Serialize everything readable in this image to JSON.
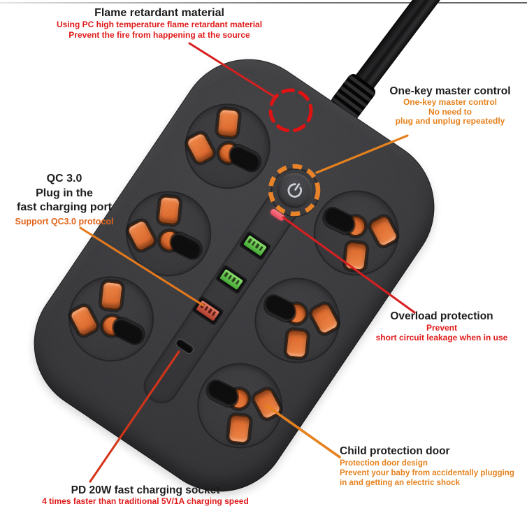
{
  "page": {
    "background": "#ffffff",
    "description": "Annotated product infographic of a six-outlet power strip with USB fast-charging ports"
  },
  "colors": {
    "strip_body": "#3b3b3d",
    "socket_orange": "#e06f38",
    "title_text": "#1d1d1f",
    "red_text": "#e01a1a",
    "orange_text": "#e5821e",
    "red_line": "#d81f1f",
    "orange_line": "#e5821f",
    "pd_line": "#d63418",
    "dashed_red_circle": "#e01212",
    "dashed_orange_ring": "#e8832a",
    "usb_green": "#5ec54e",
    "usb_qc_red": "#cf4f44",
    "led_pink": "#f25767"
  },
  "device": {
    "sockets": 6,
    "usb_a_green_ports": 2,
    "usb_a_qc_ports": 1,
    "usb_c_ports": 1,
    "power_buttons": 1,
    "indicator_leds": 1
  },
  "annotations": {
    "flame": {
      "title": "Flame retardant material",
      "line1": "Using PC high temperature flame retardant material",
      "line2": "Prevent the fire from happening at the source"
    },
    "one_key": {
      "title": "One-key master control",
      "line1": "One-key master control",
      "line2": "No need to",
      "line3": "plug and unplug repeatedly"
    },
    "qc": {
      "title1": "QC 3.0",
      "title2": "Plug in the",
      "title3": "fast charging port",
      "sub": "Support QC3.0 protocol"
    },
    "overload": {
      "title": "Overload protection",
      "line1": "Prevent",
      "line2": "short circuit leakage when in use"
    },
    "child": {
      "title": "Child protection door",
      "line1": "Protection door design",
      "line2": "Prevent your baby from accidentally plugging",
      "line3": "in and getting an electric shock"
    },
    "pd": {
      "title": "PD 20W fast charging socket",
      "sub": "4 times faster than traditional 5V/1A charging speed"
    }
  }
}
